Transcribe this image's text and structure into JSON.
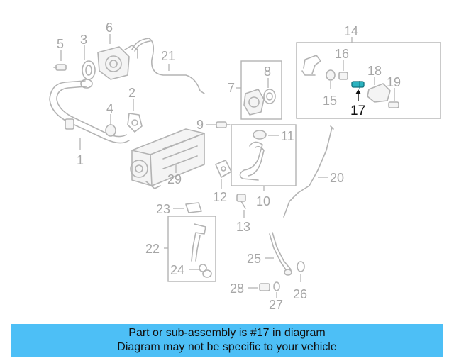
{
  "callouts": {
    "c1": "1",
    "c2": "2",
    "c3": "3",
    "c4": "4",
    "c5": "5",
    "c6": "6",
    "c7": "7",
    "c8": "8",
    "c9": "9",
    "c10": "10",
    "c11": "11",
    "c12": "12",
    "c13": "13",
    "c14": "14",
    "c15": "15",
    "c16": "16",
    "c17": "17",
    "c18": "18",
    "c19": "19",
    "c20": "20",
    "c21": "21",
    "c22": "22",
    "c23": "23",
    "c24": "24",
    "c25": "25",
    "c26": "26",
    "c27": "27",
    "c28": "28",
    "c29": "29"
  },
  "highlighted_part": "17",
  "highlight_color": "#2bb3c0",
  "caption": {
    "line1": "Part or sub-assembly is #17 in diagram",
    "line2": "Diagram may not be specific to your vehicle",
    "background": "#4dbff6"
  }
}
